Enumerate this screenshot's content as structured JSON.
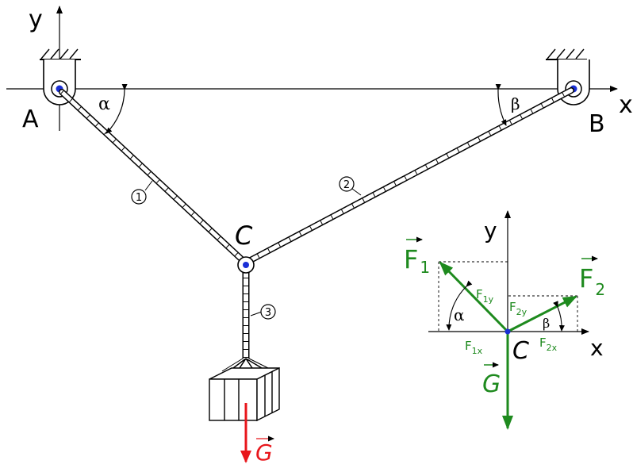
{
  "main_axes": {
    "x_label": "x",
    "y_label": "y"
  },
  "points": {
    "a": "A",
    "b": "B",
    "c": "C"
  },
  "angles": {
    "alpha": "α",
    "beta": "β"
  },
  "ropes": {
    "r1": "1",
    "r2": "2",
    "r3": "3"
  },
  "load": {
    "force_label": "G"
  },
  "fbd": {
    "x_label": "x",
    "y_label": "y",
    "point_label": "C",
    "f1": {
      "main": "F",
      "sub": "1"
    },
    "f2": {
      "main": "F",
      "sub": "2"
    },
    "g": "G",
    "f1x": {
      "main": "F",
      "sub": "1x"
    },
    "f1y": {
      "main": "F",
      "sub": "1y"
    },
    "f2x": {
      "main": "F",
      "sub": "2x"
    },
    "f2y": {
      "main": "F",
      "sub": "2y"
    },
    "alpha": "α",
    "beta": "β"
  },
  "colors": {
    "force_green": "#1e8a1e",
    "gravity_red": "#e8161b",
    "node_blue": "#1a2fd6",
    "ink": "#000000"
  }
}
